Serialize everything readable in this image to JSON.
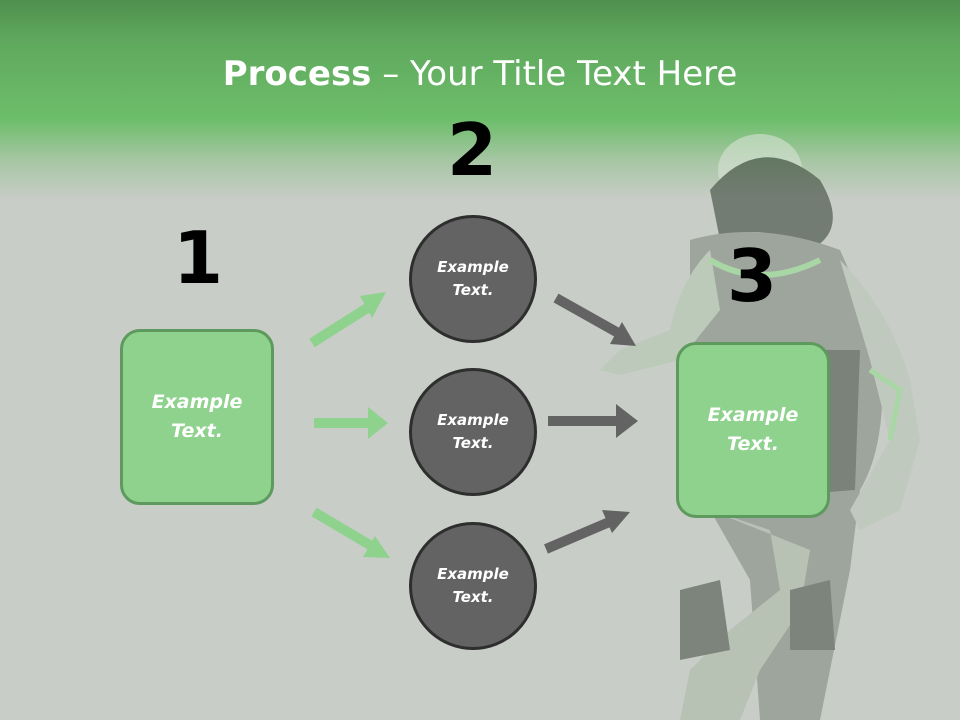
{
  "title": {
    "bold": "Process",
    "rest": " – Your Title Text Here"
  },
  "steps": {
    "step1_number": "1",
    "step2_number": "2",
    "step3_number": "3"
  },
  "nodes": {
    "left_box": {
      "line1": "Example",
      "line2": "Text."
    },
    "circle_top": {
      "line1": "Example",
      "line2": "Text."
    },
    "circle_middle": {
      "line1": "Example",
      "line2": "Text."
    },
    "circle_bottom": {
      "line1": "Example",
      "line2": "Text."
    },
    "right_box": {
      "line1": "Example",
      "line2": "Text."
    }
  },
  "colors": {
    "green_box": "#8ed28d",
    "green_arrow": "#8ed28d",
    "dark_circle": "#636363",
    "dark_arrow": "#636363",
    "header_green": "#6dbe6b"
  }
}
